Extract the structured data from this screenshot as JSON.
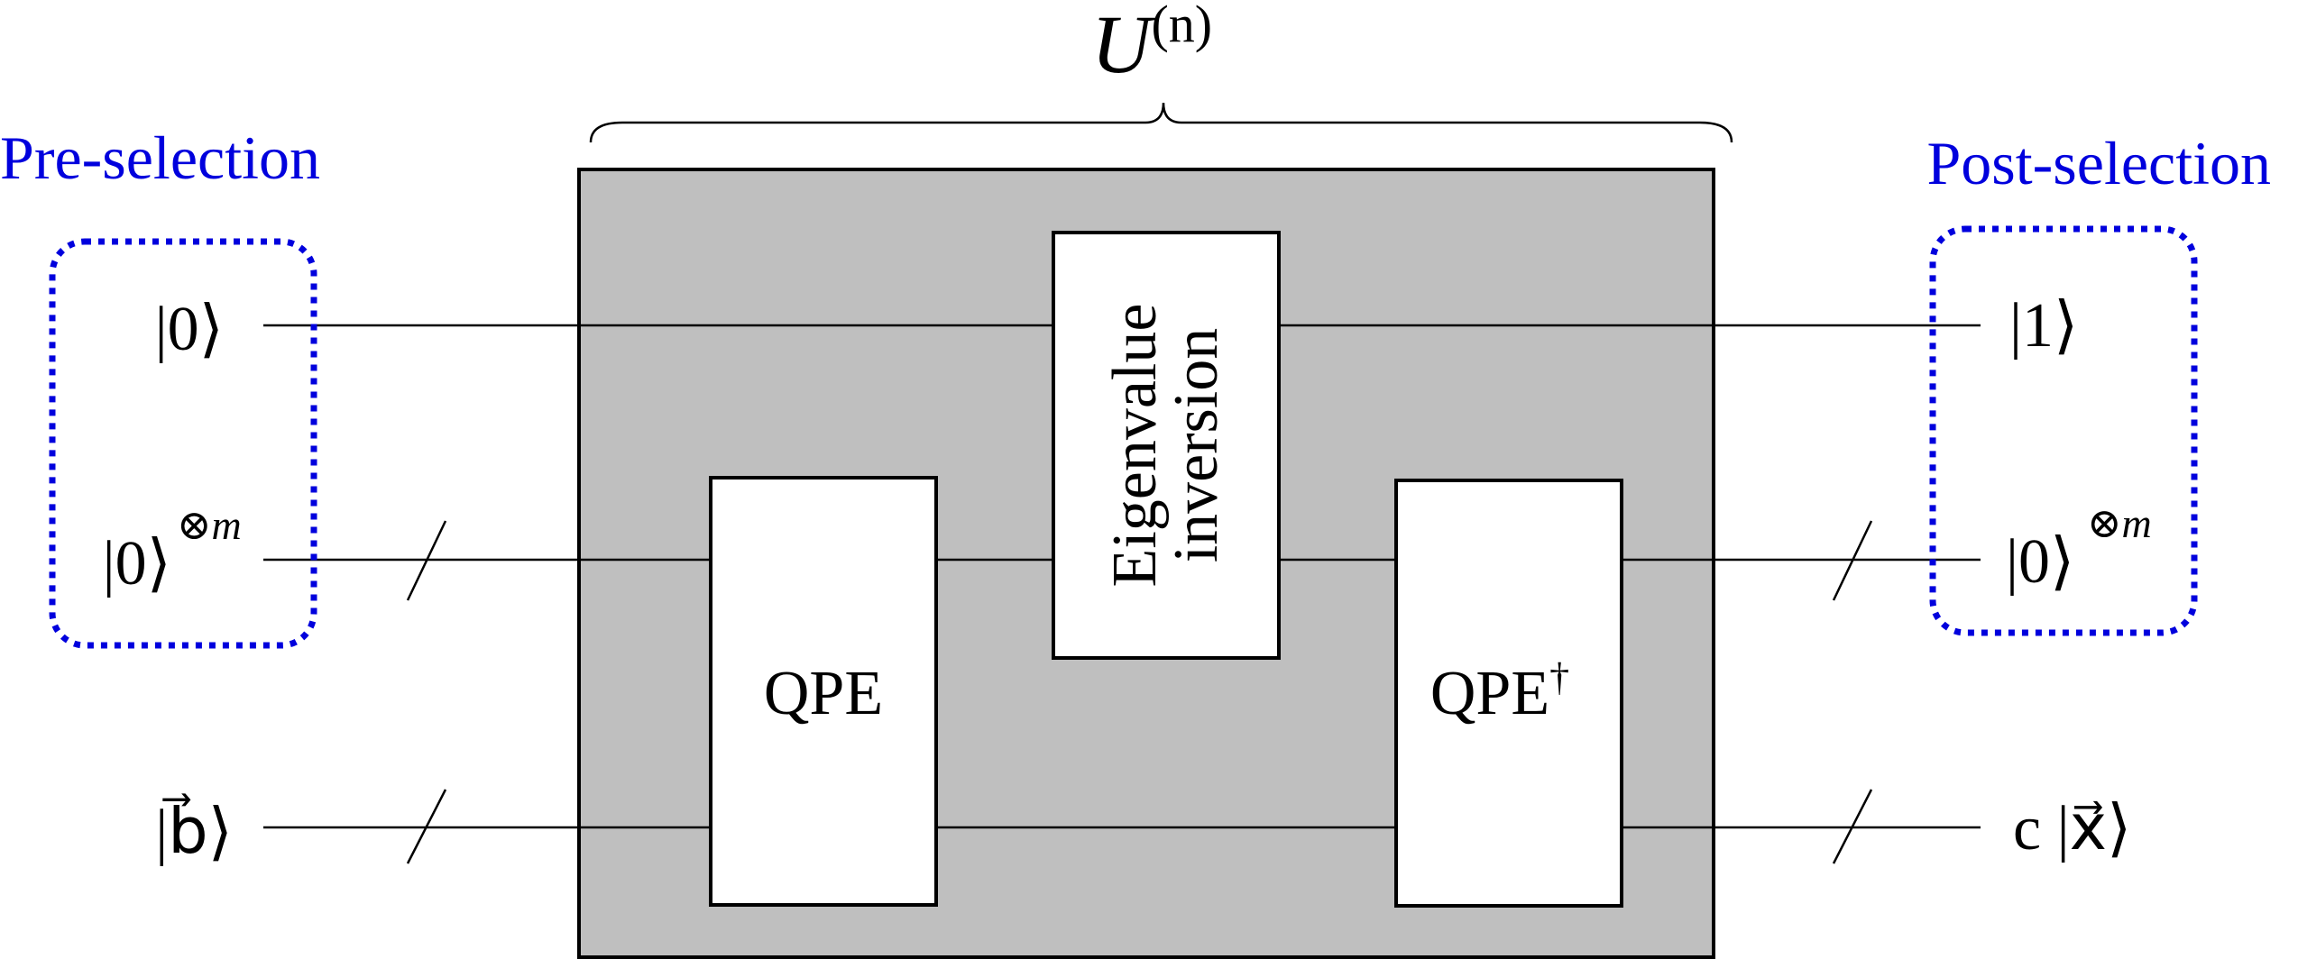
{
  "unitary_label": {
    "base": "U",
    "superscript": "(n)"
  },
  "pre_selection": {
    "title": "Pre-selection",
    "inputs": [
      {
        "ket": "|0⟩",
        "superscript": ""
      },
      {
        "ket": "|0⟩",
        "superscript": "⊗m"
      }
    ]
  },
  "bottom_input": {
    "ket": "|b⃗⟩"
  },
  "post_selection": {
    "title": "Post-selection",
    "outputs": [
      {
        "ket": "|1⟩",
        "superscript": ""
      },
      {
        "ket": "|0⟩",
        "superscript": "⊗m"
      }
    ]
  },
  "bottom_output": {
    "ket": "c |x⃗⟩"
  },
  "gates": {
    "qpe": "QPE",
    "qpe_dagger": "QPE",
    "qpe_dagger_mark": "†",
    "eigen_line1": "Eigenvalue",
    "eigen_line2": "inversion"
  },
  "colors": {
    "selection_blue": "#0000dd",
    "block_fill": "#bfbfbf",
    "gate_fill": "#ffffff",
    "wire": "#000000"
  }
}
